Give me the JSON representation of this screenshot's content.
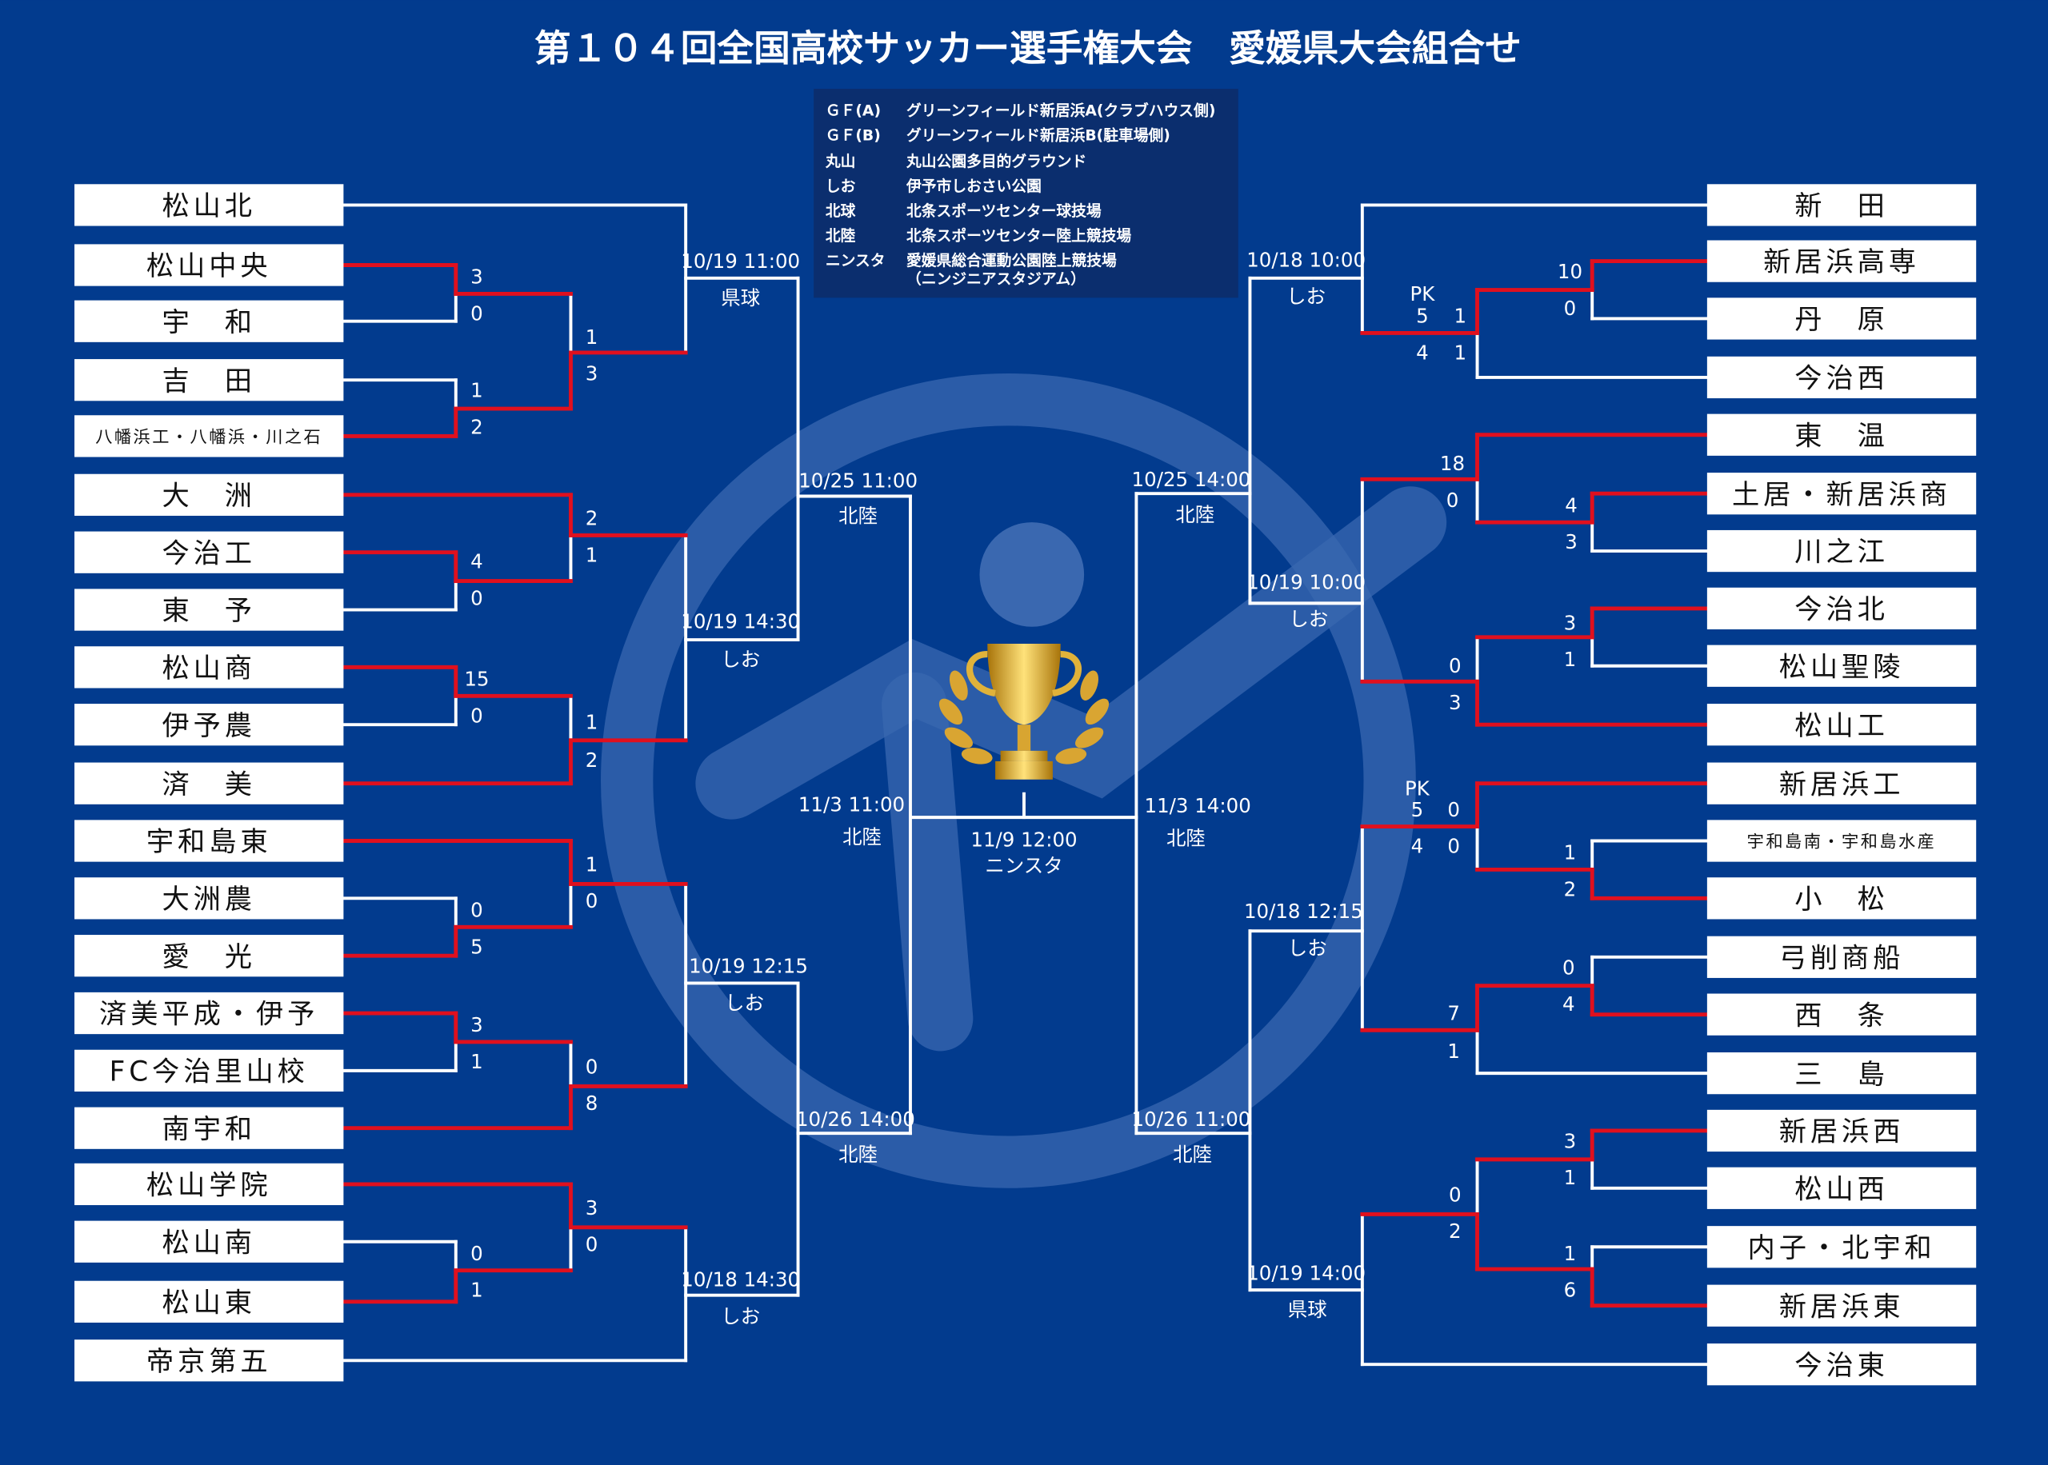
{
  "title": "第１０４回全国高校サッカー選手権大会　愛媛県大会組合せ",
  "colors": {
    "background": "#023b8e",
    "winner_line": "#e0101e",
    "line": "#ffffff",
    "legend_bg": "#0b2e6e"
  },
  "legend": [
    {
      "abbr": "ＧＦ(A)",
      "name": "グリーンフィールド新居浜A(クラブハウス側)"
    },
    {
      "abbr": "ＧＦ(B)",
      "name": "グリーンフィールド新居浜B(駐車場側)"
    },
    {
      "abbr": "丸山",
      "name": "丸山公園多目的グラウンド"
    },
    {
      "abbr": "しお",
      "name": "伊予市しおさい公園"
    },
    {
      "abbr": "北球",
      "name": "北条スポーツセンター球技場"
    },
    {
      "abbr": "北陸",
      "name": "北条スポーツセンター陸上競技場"
    },
    {
      "abbr": "ニンスタ",
      "name": "愛媛県総合運動公園陸上競技場"
    },
    {
      "abbr": "",
      "name": "（ニンジニアスタジアム）"
    }
  ],
  "left_teams": [
    "松山北",
    "松山中央",
    "宇　和",
    "吉　田",
    "八幡浜工・八幡浜・川之石",
    "大　洲",
    "今治工",
    "東　予",
    "松山商",
    "伊予農",
    "済　美",
    "宇和島東",
    "大洲農",
    "愛　光",
    "済美平成・伊予",
    "FC今治里山校",
    "南宇和",
    "松山学院",
    "松山南",
    "松山東",
    "帝京第五"
  ],
  "right_teams": [
    "新　田",
    "新居浜高専",
    "丹　原",
    "今治西",
    "東　温",
    "土居・新居浜商",
    "川之江",
    "今治北",
    "松山聖陵",
    "松山工",
    "新居浜工",
    "宇和島南・宇和島水産",
    "小　松",
    "弓削商船",
    "西　条",
    "三　島",
    "新居浜西",
    "松山西",
    "内子・北宇和",
    "新居浜東",
    "今治東"
  ],
  "left_scores": [
    "3",
    "0",
    "1",
    "3",
    "1",
    "2",
    "2",
    "1",
    "4",
    "0",
    "15",
    "0",
    "1",
    "2",
    "1",
    "0",
    "0",
    "5",
    "3",
    "1",
    "0",
    "8",
    "3",
    "0",
    "0",
    "1"
  ],
  "right_scores": [
    "PK",
    "5",
    "1",
    "4",
    "1",
    "10",
    "0",
    "18",
    "0",
    "4",
    "3",
    "3",
    "1",
    "0",
    "3",
    "PK",
    "5",
    "0",
    "4",
    "0",
    "1",
    "2",
    "0",
    "4",
    "7",
    "1",
    "3",
    "1",
    "0",
    "2",
    "1",
    "6"
  ],
  "matches": [
    {
      "date": "10/19 11:00",
      "venue": "県球"
    },
    {
      "date": "10/25 11:00",
      "venue": "北陸"
    },
    {
      "date": "10/19 14:30",
      "venue": "しお"
    },
    {
      "date": "10/19 12:15",
      "venue": "しお"
    },
    {
      "date": "10/26 14:00",
      "venue": "北陸"
    },
    {
      "date": "10/18 14:30",
      "venue": "しお"
    },
    {
      "date": "10/18 10:00",
      "venue": "しお"
    },
    {
      "date": "10/25 14:00",
      "venue": "北陸"
    },
    {
      "date": "10/19 10:00",
      "venue": "しお"
    },
    {
      "date": "10/18 12:15",
      "venue": "しお"
    },
    {
      "date": "10/26 11:00",
      "venue": "北陸"
    },
    {
      "date": "10/19 14:00",
      "venue": "県球"
    },
    {
      "date": "11/3 11:00",
      "venue": "北陸"
    },
    {
      "date": "11/3 14:00",
      "venue": "北陸"
    },
    {
      "date": "11/9 12:00",
      "venue": "ニンスタ"
    }
  ],
  "trophy_icon": "gold-trophy-with-laurels"
}
